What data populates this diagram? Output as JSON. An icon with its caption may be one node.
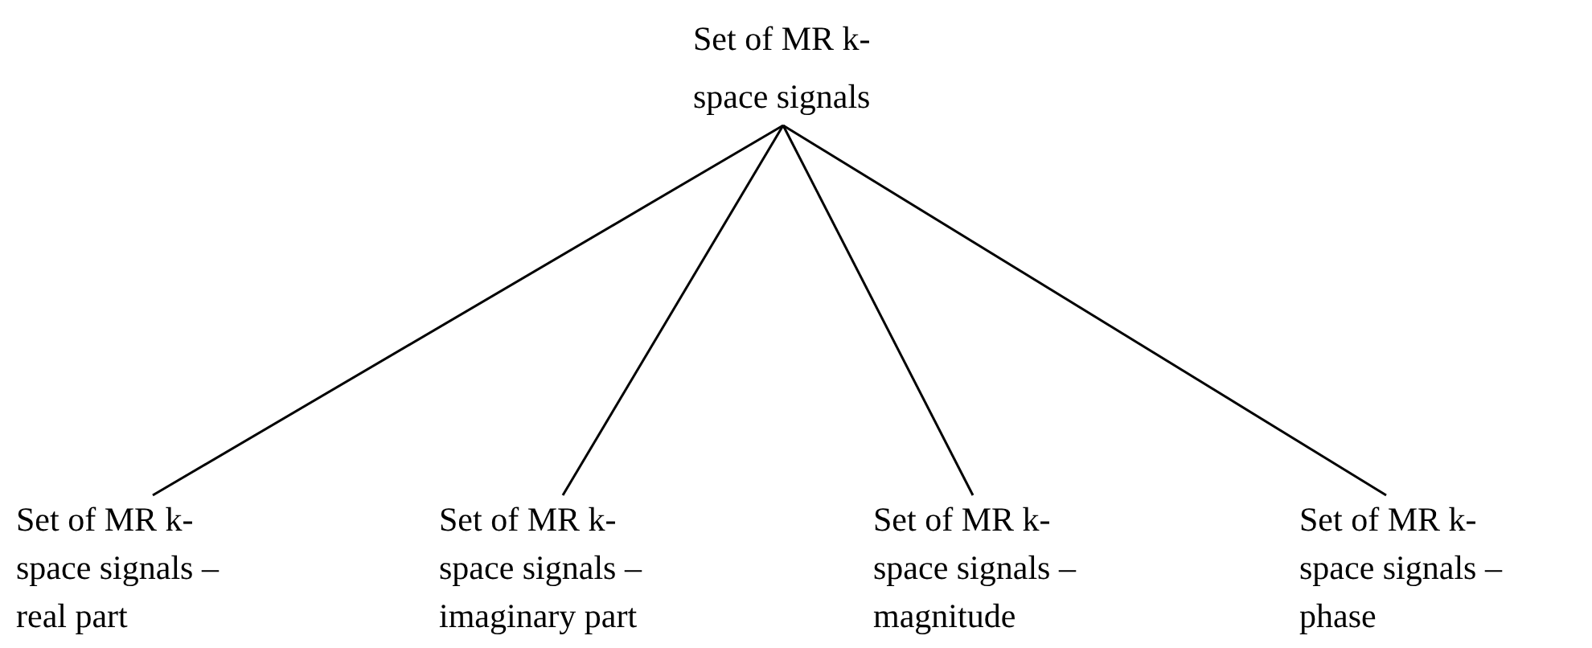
{
  "diagram": {
    "nodes": [
      {
        "text": [
          "Set of MR k-space signals"
        ]
      },
      {
        "text": [
          "Set of MR k-space signals – real part"
        ]
      },
      {
        "text": [
          "Set of MR k-space signals – imaginary part"
        ]
      },
      {
        "text": [
          "Set of MR k-space signals – magnitude"
        ]
      },
      {
        "text": [
          "Set of MR k-space signals – phase"
        ]
      }
    ],
    "edges": [
      {
        "from": 0,
        "to": 1,
        "arrow": "none"
      },
      {
        "from": 0,
        "to": 2,
        "arrow": "none"
      },
      {
        "from": 0,
        "to": 3,
        "arrow": "none"
      },
      {
        "from": 0,
        "to": 4,
        "arrow": "none"
      }
    ]
  }
}
